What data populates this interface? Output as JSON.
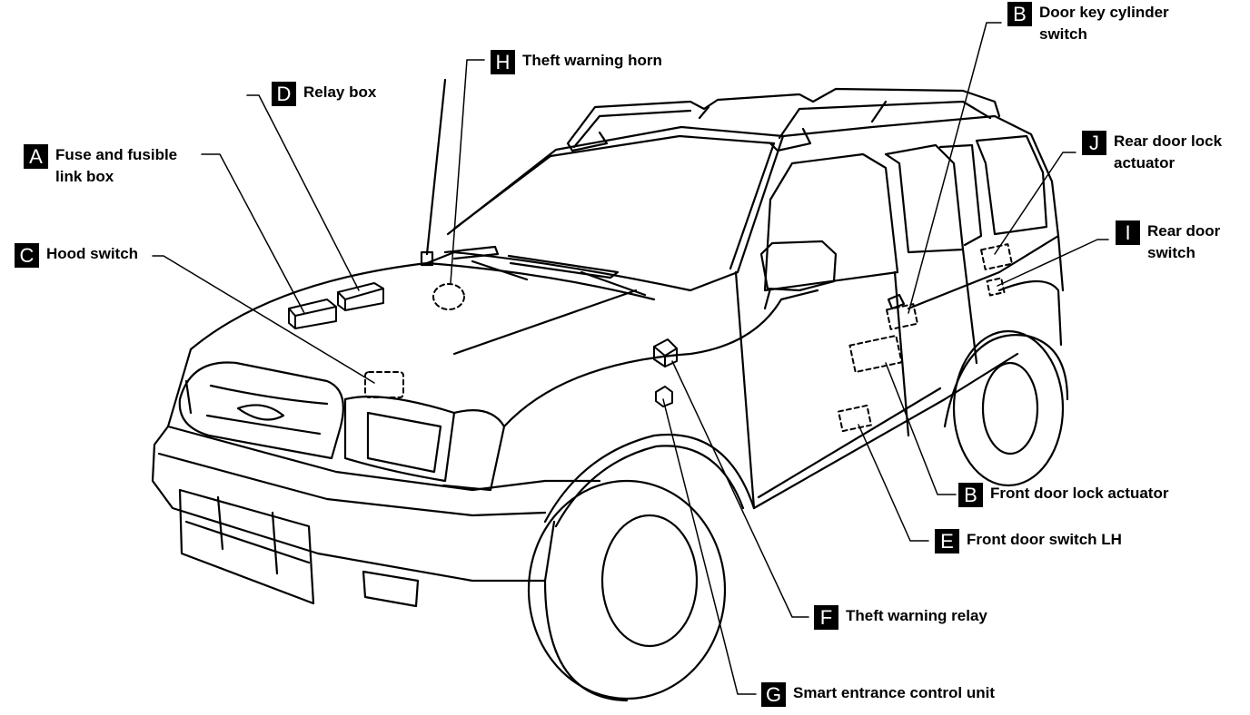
{
  "callouts": {
    "A": {
      "letter": "A",
      "text": "Fuse and fusible\nlink box"
    },
    "B_top": {
      "letter": "B",
      "text": "Door key cylinder\nswitch"
    },
    "C": {
      "letter": "C",
      "text": "Hood switch"
    },
    "D": {
      "letter": "D",
      "text": "Relay box"
    },
    "H": {
      "letter": "H",
      "text": "Theft warning horn"
    },
    "J": {
      "letter": "J",
      "text": "Rear door lock\nactuator"
    },
    "I": {
      "letter": "I",
      "text": "Rear door\nswitch"
    },
    "B_bottom": {
      "letter": "B",
      "text": "Front door lock actuator"
    },
    "E": {
      "letter": "E",
      "text": "Front door switch LH"
    },
    "F": {
      "letter": "F",
      "text": "Theft warning relay"
    },
    "G": {
      "letter": "G",
      "text": "Smart entrance control unit"
    }
  }
}
